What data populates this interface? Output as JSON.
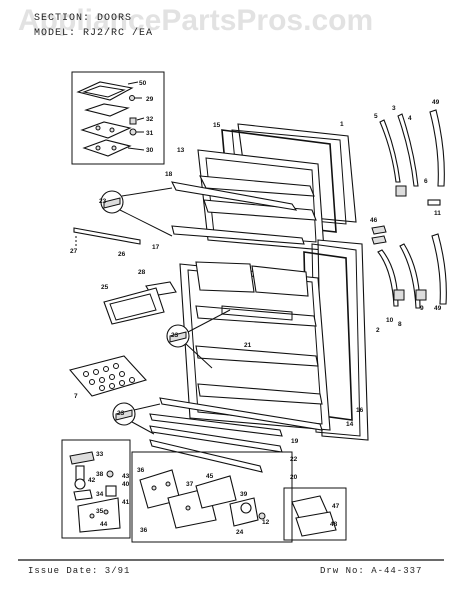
{
  "header": {
    "section_line": "SECTION: DOORS",
    "model_line": "MODEL: RJ2/RC /EA"
  },
  "watermark": "AppliancePartsPros.com",
  "footer": {
    "issue_date": "Issue Date: 3/91",
    "drawing_number": "Drw No: A-44-337"
  },
  "callouts": {
    "c1": "1",
    "c2": "2",
    "c3": "3",
    "c4": "4",
    "c5": "5",
    "c6": "6",
    "c7": "7",
    "c8": "8",
    "c9": "9",
    "c10": "10",
    "c11": "11",
    "c12": "12",
    "c13": "13",
    "c14": "14",
    "c15": "15",
    "c16": "16",
    "c17": "17",
    "c18": "18",
    "c19": "19",
    "c20": "20",
    "c21": "21",
    "c22": "22",
    "c23a": "23",
    "c23b": "23",
    "c23c": "23",
    "c24": "24",
    "c25": "25",
    "c26": "26",
    "c27": "27",
    "c28": "28",
    "c29": "29",
    "c30": "30",
    "c31": "31",
    "c32": "32",
    "c33": "33",
    "c34": "34",
    "c35": "35",
    "c36a": "36",
    "c36b": "36",
    "c37": "37",
    "c38": "38",
    "c39": "39",
    "c40": "40",
    "c41": "41",
    "c42": "42",
    "c43": "43",
    "c44": "44",
    "c45": "45",
    "c46": "46",
    "c47": "47",
    "c48": "48",
    "c49a": "49",
    "c49b": "49",
    "c50": "50"
  }
}
